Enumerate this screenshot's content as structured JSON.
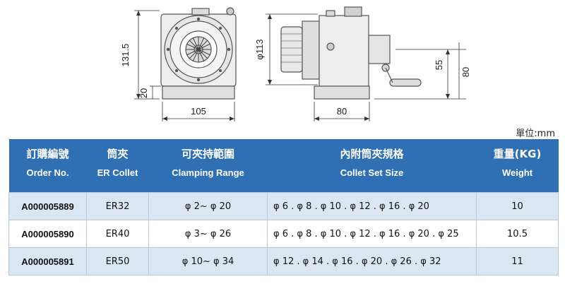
{
  "drawing": {
    "front": {
      "height_dim": "131.5",
      "base_dim": "20",
      "width_dim": "105"
    },
    "side": {
      "diameter_dim": "φ113",
      "depth_dim": "80",
      "center_dim": "55",
      "height_dim": "80"
    }
  },
  "unit_label": "單位:mm",
  "table": {
    "headers_zh": [
      "訂購編號",
      "筒夾",
      "可夾持範圍",
      "內附筒夾規格",
      "重量(KG)"
    ],
    "headers_en": [
      "Order No.",
      "ER Collet",
      "Clamping Range",
      "Collet Set Size",
      "Weight"
    ],
    "rows": [
      {
        "order_no": "A000005889",
        "collet": "ER32",
        "range": "φ 2~ φ 20",
        "set": "φ 6 . φ 8 . φ 10 . φ 12 . φ 16 . φ 20",
        "weight": "10"
      },
      {
        "order_no": "A000005890",
        "collet": "ER40",
        "range": "φ 3~ φ 26",
        "set": "φ 6 . φ 8 . φ 10 . φ 12 . φ 16 . φ 20 . φ 25",
        "weight": "10.5"
      },
      {
        "order_no": "A000005891",
        "collet": "ER50",
        "range": "φ 10~ φ 34",
        "set": "φ 12 . φ 14 . φ 16 . φ 20 . φ 26 . φ 32",
        "weight": "11"
      }
    ]
  }
}
